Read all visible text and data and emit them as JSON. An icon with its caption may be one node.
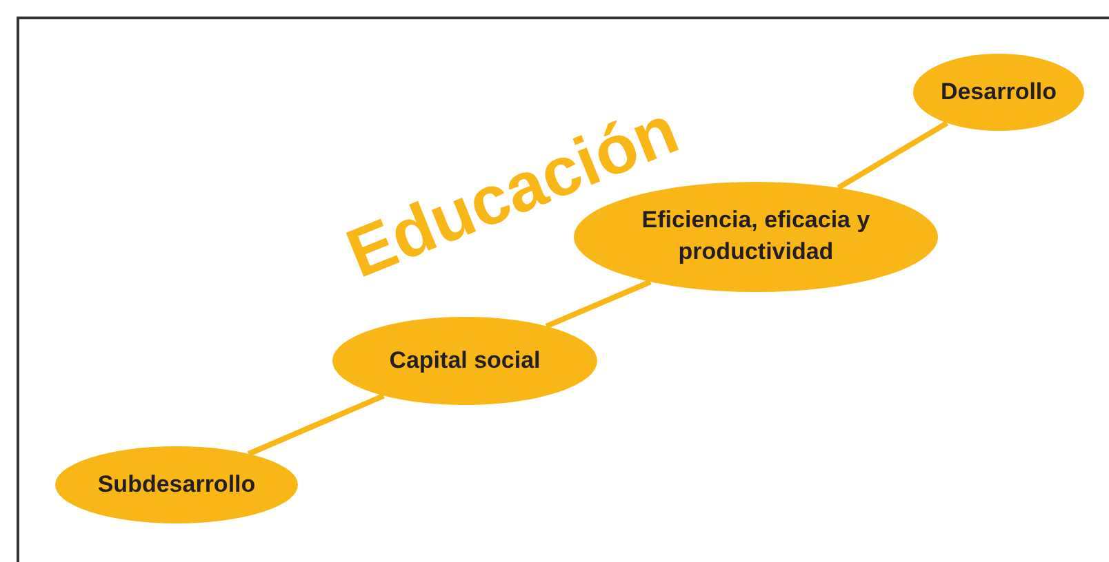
{
  "diagram": {
    "title": "Educación",
    "nodes": [
      {
        "text": [
          "Subdesarrollo"
        ]
      },
      {
        "text": [
          "Capital social"
        ]
      },
      {
        "text": [
          "Eficiencia, eficacia y productividad"
        ]
      },
      {
        "text": [
          "Desarrollo"
        ]
      }
    ],
    "edges": [
      {
        "from": 0,
        "to": 1,
        "arrow": "none"
      },
      {
        "from": 1,
        "to": 2,
        "arrow": "none"
      },
      {
        "from": 2,
        "to": 3,
        "arrow": "none"
      }
    ]
  }
}
